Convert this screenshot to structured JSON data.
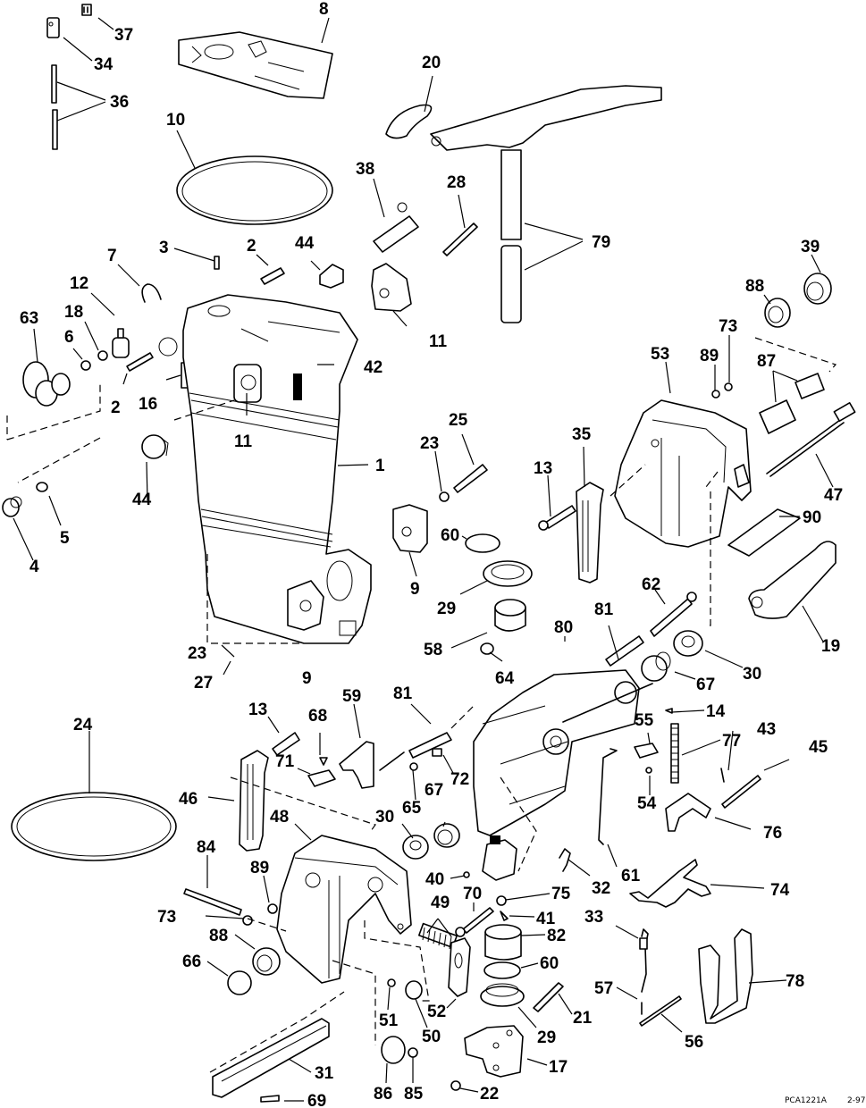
{
  "diagram": {
    "title": "Exploded parts diagram - exhaust housing, steering & swivel bracket assembly",
    "reference_code": "PCA1221A",
    "revision": "2-97",
    "callouts": [
      {
        "id": "c37",
        "label": "37"
      },
      {
        "id": "c34",
        "label": "34"
      },
      {
        "id": "c36",
        "label": "36"
      },
      {
        "id": "c8",
        "label": "8"
      },
      {
        "id": "c20",
        "label": "20"
      },
      {
        "id": "c10",
        "label": "10"
      },
      {
        "id": "c38",
        "label": "38"
      },
      {
        "id": "c28",
        "label": "28"
      },
      {
        "id": "c79",
        "label": "79"
      },
      {
        "id": "c3",
        "label": "3"
      },
      {
        "id": "c2a",
        "label": "2"
      },
      {
        "id": "c44a",
        "label": "44"
      },
      {
        "id": "c7",
        "label": "7"
      },
      {
        "id": "c12",
        "label": "12"
      },
      {
        "id": "c18",
        "label": "18"
      },
      {
        "id": "c63",
        "label": "63"
      },
      {
        "id": "c6",
        "label": "6"
      },
      {
        "id": "c11a",
        "label": "11"
      },
      {
        "id": "c39",
        "label": "39"
      },
      {
        "id": "c88a",
        "label": "88"
      },
      {
        "id": "c73a",
        "label": "73"
      },
      {
        "id": "c89a",
        "label": "89"
      },
      {
        "id": "c53",
        "label": "53"
      },
      {
        "id": "c87",
        "label": "87"
      },
      {
        "id": "c42",
        "label": "42"
      },
      {
        "id": "c2b",
        "label": "2"
      },
      {
        "id": "c16",
        "label": "16"
      },
      {
        "id": "c11b",
        "label": "11"
      },
      {
        "id": "c25",
        "label": "25"
      },
      {
        "id": "c23a",
        "label": "23"
      },
      {
        "id": "c35",
        "label": "35"
      },
      {
        "id": "c13a",
        "label": "13"
      },
      {
        "id": "c47",
        "label": "47"
      },
      {
        "id": "c1",
        "label": "1"
      },
      {
        "id": "c44b",
        "label": "44"
      },
      {
        "id": "c5",
        "label": "5"
      },
      {
        "id": "c4",
        "label": "4"
      },
      {
        "id": "c90",
        "label": "90"
      },
      {
        "id": "c60a",
        "label": "60"
      },
      {
        "id": "c9a",
        "label": "9"
      },
      {
        "id": "c29a",
        "label": "29"
      },
      {
        "id": "c62",
        "label": "62"
      },
      {
        "id": "c19",
        "label": "19"
      },
      {
        "id": "c81a",
        "label": "81"
      },
      {
        "id": "c80",
        "label": "80"
      },
      {
        "id": "c58",
        "label": "58"
      },
      {
        "id": "c30a",
        "label": "30"
      },
      {
        "id": "c64",
        "label": "64"
      },
      {
        "id": "c67a",
        "label": "67"
      },
      {
        "id": "c23b",
        "label": "23"
      },
      {
        "id": "c9b",
        "label": "9"
      },
      {
        "id": "c27",
        "label": "27"
      },
      {
        "id": "c14",
        "label": "14"
      },
      {
        "id": "c55",
        "label": "55"
      },
      {
        "id": "c43",
        "label": "43"
      },
      {
        "id": "c45",
        "label": "45"
      },
      {
        "id": "c77",
        "label": "77"
      },
      {
        "id": "c24",
        "label": "24"
      },
      {
        "id": "c13b",
        "label": "13"
      },
      {
        "id": "c68",
        "label": "68"
      },
      {
        "id": "c59",
        "label": "59"
      },
      {
        "id": "c81b",
        "label": "81"
      },
      {
        "id": "c71",
        "label": "71"
      },
      {
        "id": "c72",
        "label": "72"
      },
      {
        "id": "c54",
        "label": "54"
      },
      {
        "id": "c46",
        "label": "46"
      },
      {
        "id": "c65",
        "label": "65"
      },
      {
        "id": "c76",
        "label": "76"
      },
      {
        "id": "c48",
        "label": "48"
      },
      {
        "id": "c67b",
        "label": "67"
      },
      {
        "id": "c30b",
        "label": "30"
      },
      {
        "id": "c84",
        "label": "84"
      },
      {
        "id": "c89b",
        "label": "89"
      },
      {
        "id": "c40",
        "label": "40"
      },
      {
        "id": "c32",
        "label": "32"
      },
      {
        "id": "c61",
        "label": "61"
      },
      {
        "id": "c74",
        "label": "74"
      },
      {
        "id": "c70",
        "label": "70"
      },
      {
        "id": "c75",
        "label": "75"
      },
      {
        "id": "c73b",
        "label": "73"
      },
      {
        "id": "c49",
        "label": "49"
      },
      {
        "id": "c41",
        "label": "41"
      },
      {
        "id": "c33",
        "label": "33"
      },
      {
        "id": "c88b",
        "label": "88"
      },
      {
        "id": "c82",
        "label": "82"
      },
      {
        "id": "c66",
        "label": "66"
      },
      {
        "id": "c60b",
        "label": "60"
      },
      {
        "id": "c78",
        "label": "78"
      },
      {
        "id": "c57",
        "label": "57"
      },
      {
        "id": "c52",
        "label": "52"
      },
      {
        "id": "c21",
        "label": "21"
      },
      {
        "id": "c51",
        "label": "51"
      },
      {
        "id": "c50",
        "label": "50"
      },
      {
        "id": "c29b",
        "label": "29"
      },
      {
        "id": "c56",
        "label": "56"
      },
      {
        "id": "c31",
        "label": "31"
      },
      {
        "id": "c17",
        "label": "17"
      },
      {
        "id": "c86",
        "label": "86"
      },
      {
        "id": "c85",
        "label": "85"
      },
      {
        "id": "c22",
        "label": "22"
      },
      {
        "id": "c69",
        "label": "69"
      }
    ]
  }
}
